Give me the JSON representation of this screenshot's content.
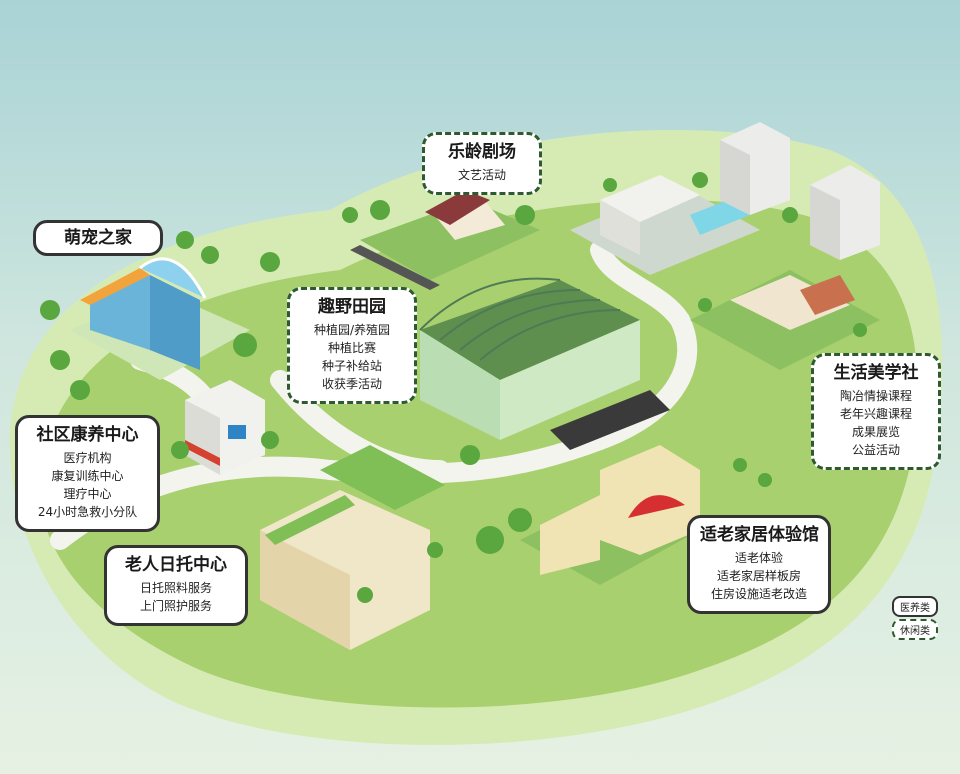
{
  "cards": {
    "pet_home": {
      "title": "萌宠之家",
      "items": []
    },
    "elder_theater": {
      "title": "乐龄剧场",
      "items": [
        "文艺活动"
      ]
    },
    "wild_garden": {
      "title": "趣野田园",
      "items": [
        "种植园/养殖园",
        "种植比赛",
        "种子补给站",
        "收获季活动"
      ]
    },
    "life_aesthetics": {
      "title": "生活美学社",
      "items": [
        "陶冶情操课程",
        "老年兴趣课程",
        "成果展览",
        "公益活动"
      ]
    },
    "community_health": {
      "title": "社区康养中心",
      "items": [
        "医疗机构",
        "康复训练中心",
        "理疗中心",
        "24小时急救小分队"
      ]
    },
    "day_care": {
      "title": "老人日托中心",
      "items": [
        "日托照料服务",
        "上门照护服务"
      ]
    },
    "aging_home": {
      "title": "适老家居体验馆",
      "items": [
        "适老体验",
        "适老家居样板房",
        "住房设施适老改造"
      ]
    }
  },
  "legend": {
    "medical": "医养类",
    "leisure": "休闲类"
  },
  "colors": {
    "sky": "#a9d3d6",
    "grass": "#9fcb69",
    "grass_light": "#d4e8b0",
    "medical_border": "#333333",
    "leisure_border": "#2e5a2f"
  }
}
